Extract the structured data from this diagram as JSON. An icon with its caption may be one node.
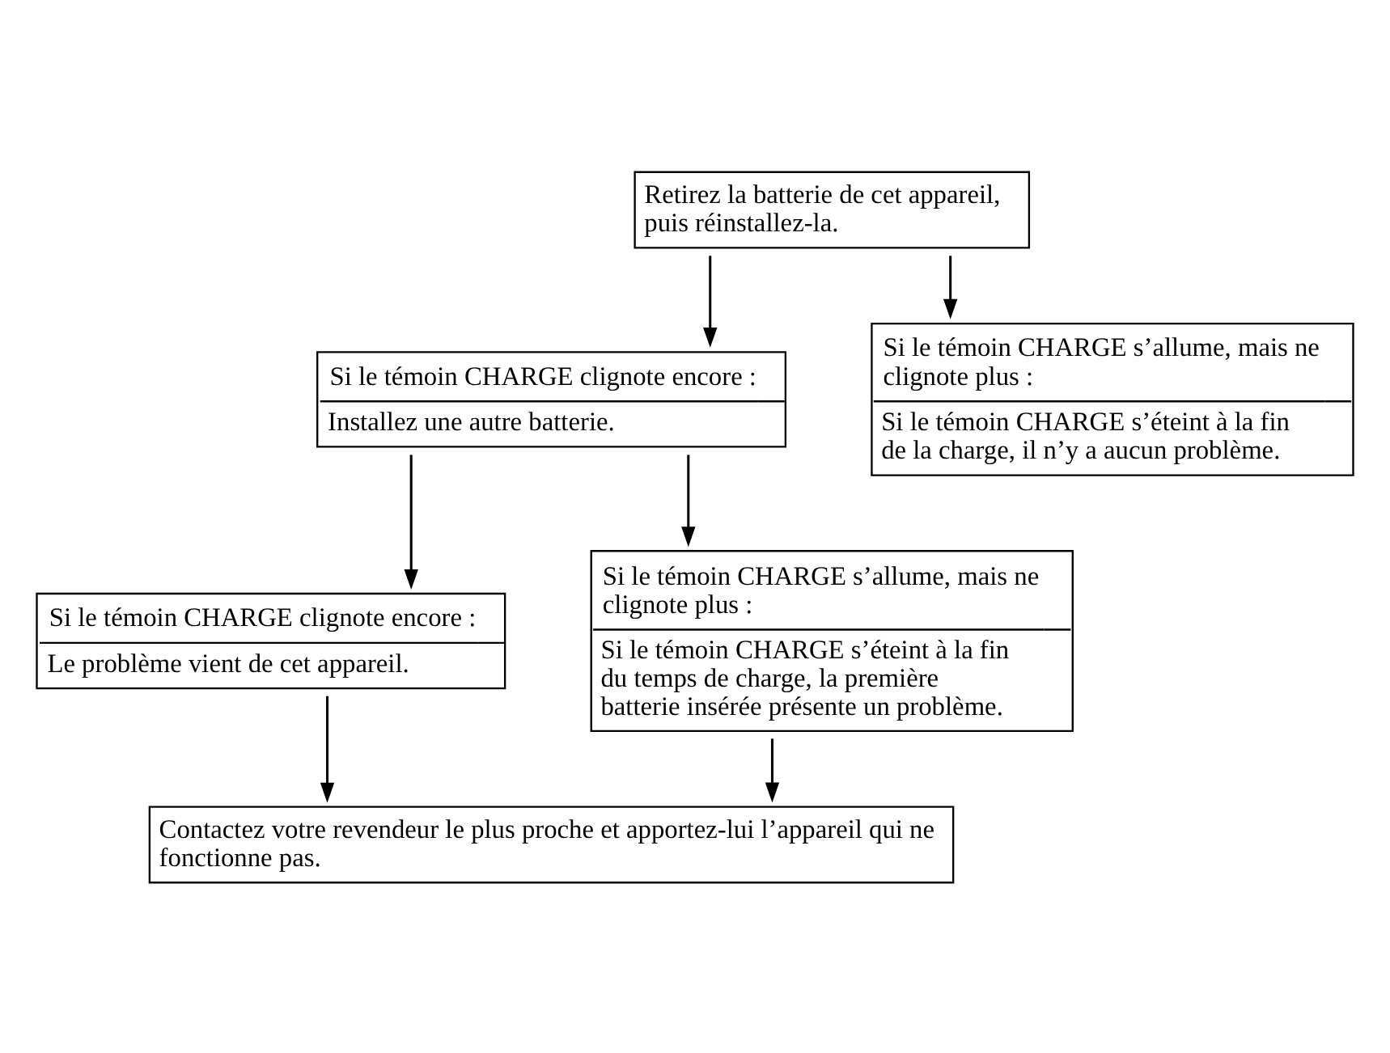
{
  "diagram": {
    "nodes": [
      {
        "text": [
          "Retirez la batterie de cet appareil, puis réinstallez-la."
        ]
      },
      {
        "text": [
          "Si le témoin CHARGE clignote encore :",
          "Installez une autre batterie."
        ]
      },
      {
        "text": [
          "Si le témoin CHARGE s’allume, mais ne clignote plus :",
          "Si le témoin CHARGE s’éteint à la fin de la charge, il n’y a aucun problème."
        ]
      },
      {
        "text": [
          "Si le témoin CHARGE clignote encore :",
          "Le problème vient de cet appareil."
        ]
      },
      {
        "text": [
          "Si le témoin CHARGE s’allume, mais ne clignote plus :",
          "Si le témoin CHARGE s’éteint à la fin du temps de charge, la première batterie insérée présente un problème."
        ]
      },
      {
        "text": [
          "Contactez votre revendeur le plus proche et apportez-lui l’appareil qui ne fonctionne pas."
        ]
      }
    ],
    "edges": [
      {
        "from": 0,
        "to": 1,
        "arrow": "to"
      },
      {
        "from": 0,
        "to": 2,
        "arrow": "to"
      },
      {
        "from": 1,
        "to": 3,
        "arrow": "to"
      },
      {
        "from": 1,
        "to": 4,
        "arrow": "to"
      },
      {
        "from": 3,
        "to": 5,
        "arrow": "to"
      },
      {
        "from": 4,
        "to": 5,
        "arrow": "to"
      }
    ]
  }
}
